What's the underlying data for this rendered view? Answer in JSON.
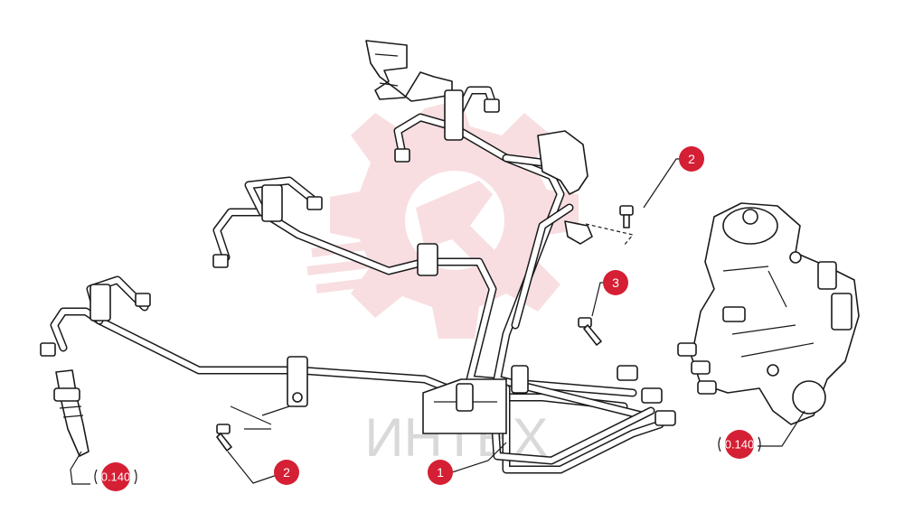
{
  "callouts": [
    {
      "id": "c1",
      "label": "1"
    },
    {
      "id": "c2a",
      "label": "2"
    },
    {
      "id": "c2b",
      "label": "2"
    },
    {
      "id": "c3",
      "label": "3"
    }
  ],
  "references": [
    {
      "id": "ref-left",
      "label": "0.140"
    },
    {
      "id": "ref-right",
      "label": "0.140"
    }
  ],
  "watermark": {
    "text": "ИНТЕХ"
  },
  "colors": {
    "callout": "#d51f34",
    "watermark_logo": "#f3c4c9",
    "line": "#1a1a1a"
  }
}
